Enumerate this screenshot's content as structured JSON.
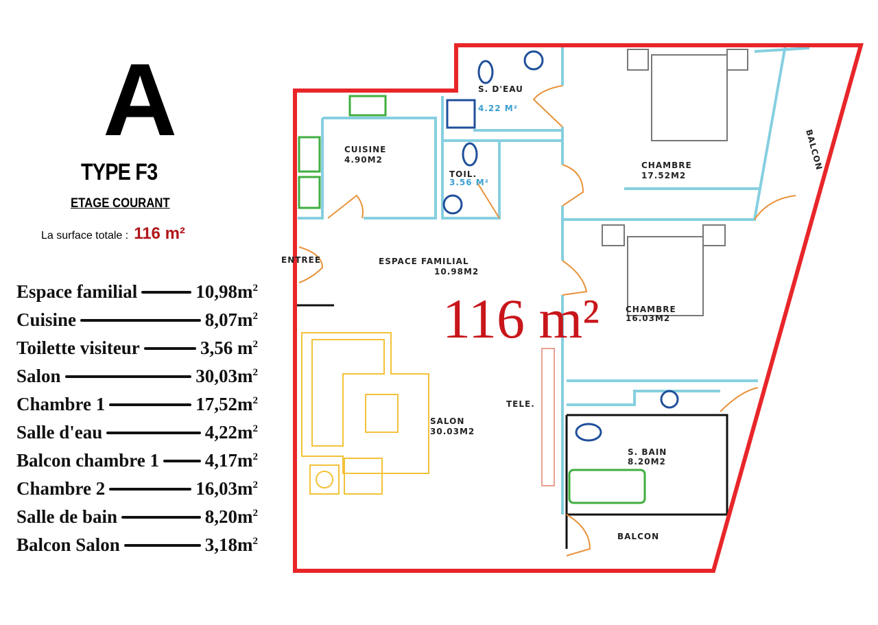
{
  "header": {
    "letter": "A",
    "type": "TYPE F3",
    "floor": "ETAGE COURANT",
    "surface_label": "La surface totale :",
    "surface_value": "116 m²"
  },
  "legend": [
    {
      "room": "Espace familial",
      "area": "10,98m",
      "sup": "2"
    },
    {
      "room": "Cuisine",
      "area": "8,07m",
      "sup": "2"
    },
    {
      "room": "Toilette visiteur",
      "area": "3,56 m",
      "sup": "2"
    },
    {
      "room": "Salon",
      "area": "30,03m",
      "sup": "2"
    },
    {
      "room": "Chambre 1",
      "area": "17,52m",
      "sup": "2"
    },
    {
      "room": "Salle d'eau",
      "area": "4,22m",
      "sup": "2"
    },
    {
      "room": "Balcon chambre 1",
      "area": "4,17m",
      "sup": "2"
    },
    {
      "room": "Chambre 2",
      "area": "16,03m",
      "sup": "2"
    },
    {
      "room": "Salle de bain",
      "area": "8,20m",
      "sup": "2"
    },
    {
      "room": "Balcon Salon",
      "area": "3,18m",
      "sup": "2"
    }
  ],
  "plan": {
    "sdeau": "S. D'EAU",
    "sdeau_area": "4.22 M²",
    "cuisine": "CUISINE",
    "cuisine_area": "4.90M2",
    "toil": "TOIL.",
    "toil_area": "3.56 M²",
    "chambre1": "CHAMBRE",
    "chambre1_area": "17.52M2",
    "balcon1": "BALCON",
    "entree": "ENTREE",
    "espace": "ESPACE FAMILIAL",
    "espace_area": "10.98M2",
    "total": "116 m²",
    "chambre2": "CHAMBRE",
    "chambre2_area": "16.03M2",
    "tele": "TELE.",
    "salon": "SALON",
    "salon_area": "30.03M2",
    "sbain": "S. BAIN",
    "sbain_area": "8.20M2",
    "balcon2": "BALCON"
  },
  "colors": {
    "outer_wall": "#e8262a",
    "inner_wall": "#86cfe0",
    "furniture": "#f2c237",
    "door": "#e8923a",
    "total": "#c8161b"
  }
}
